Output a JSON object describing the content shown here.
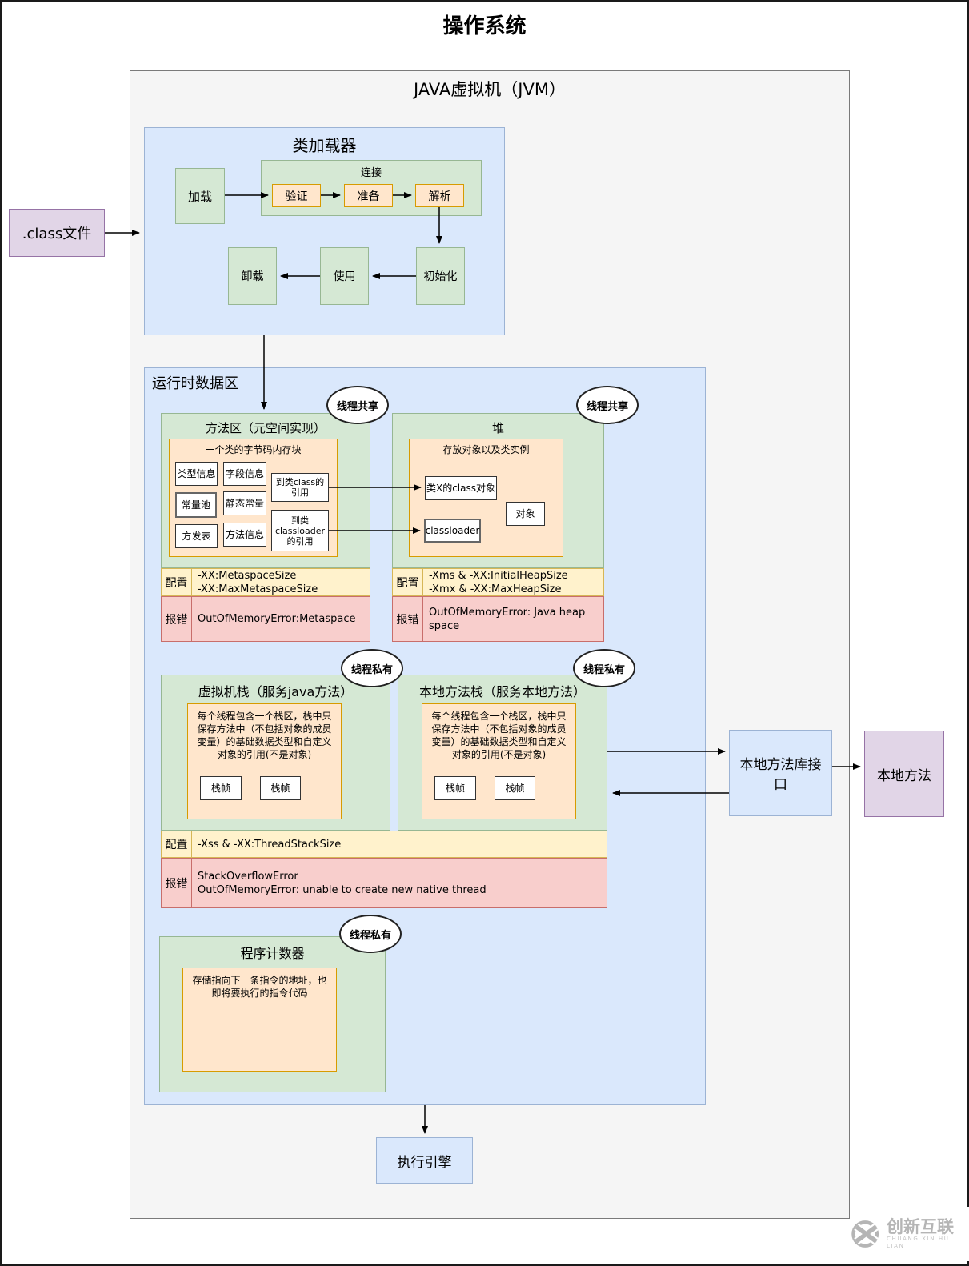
{
  "page": {
    "title": "操作系统"
  },
  "jvm": {
    "title": "JAVA虚拟机（JVM）"
  },
  "class_file": {
    "label": ".class文件"
  },
  "class_loader": {
    "title": "类加载器",
    "load": "加载",
    "link_group": "连接",
    "verify": "验证",
    "prepare": "准备",
    "resolve": "解析",
    "initialize": "初始化",
    "use": "使用",
    "unload": "卸载"
  },
  "runtime": {
    "title": "运行时数据区",
    "badge_shared": "线程共享",
    "badge_private": "线程私有",
    "method_area": {
      "title": "方法区（元空间实现）",
      "block_title": "一个类的字节码内存块",
      "cells": [
        "类型信息",
        "字段信息",
        "常量池",
        "静态常量",
        "方发表",
        "方法信息"
      ],
      "ref_class": "到类class的引用",
      "ref_classloader": "到类classloader的引用",
      "config_label": "配置",
      "config_lines": [
        "-XX:MetaspaceSize",
        "-XX:MaxMetaspaceSize"
      ],
      "error_label": "报错",
      "error_lines": [
        "OutOfMemoryError:Metaspace"
      ]
    },
    "heap": {
      "title": "堆",
      "block_title": "存放对象以及类实例",
      "class_object": "类X的class对象",
      "object": "对象",
      "classloader": "classloader",
      "config_label": "配置",
      "config_lines": [
        "-Xms & -XX:InitialHeapSize",
        "-Xmx & -XX:MaxHeapSize"
      ],
      "error_label": "报错",
      "error_lines": [
        "OutOfMemoryError: Java heap space"
      ]
    },
    "vm_stack": {
      "title": "虚拟机栈（服务java方法）",
      "desc": "每个线程包含一个栈区，栈中只保存方法中（不包括对象的成员变量）的基础数据类型和自定义对象的引用(不是对象)",
      "frame": "栈帧"
    },
    "native_stack": {
      "title": "本地方法栈（服务本地方法）",
      "desc": "每个线程包含一个栈区，栈中只保存方法中（不包括对象的成员变量）的基础数据类型和自定义对象的引用(不是对象)",
      "frame": "栈帧"
    },
    "stack_rows": {
      "config_label": "配置",
      "config_lines": [
        "-Xss & -XX:ThreadStackSize"
      ],
      "error_label": "报错",
      "error_lines": [
        "StackOverflowError",
        "OutOfMemoryError: unable to create new native thread"
      ]
    },
    "pc": {
      "title": "程序计数器",
      "desc": "存储指向下一条指令的地址，也即将要执行的指令代码"
    }
  },
  "native_interface": {
    "label": "本地方法库接口"
  },
  "native_method": {
    "label": "本地方法"
  },
  "exec_engine": {
    "label": "执行引擎"
  },
  "watermark": {
    "name": "创新互联",
    "sub": "CHUANG XIN HU LIAN"
  },
  "colors": {
    "blue": "#dae8fc",
    "green": "#d5e8d4",
    "orange": "#ffe6cc",
    "yellow": "#fff2cc",
    "pink": "#f8cecc",
    "purple": "#e1d5e7",
    "jvm_gray": "#f5f5f5"
  }
}
